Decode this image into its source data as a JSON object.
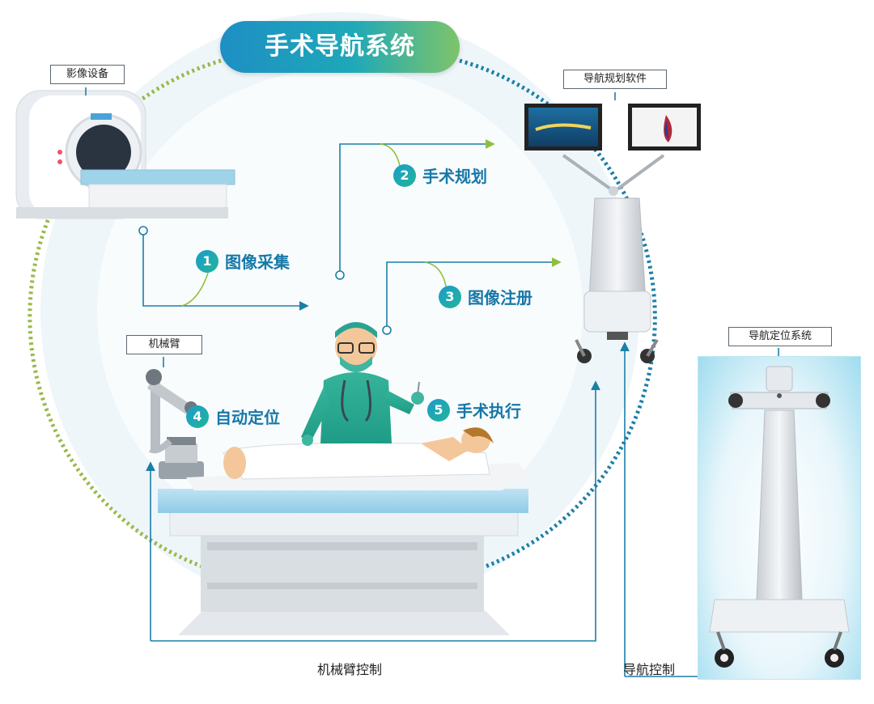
{
  "title": "手术导航系统",
  "labels": {
    "imaging": "影像设备",
    "software": "导航规划软件",
    "arm": "机械臂",
    "tracking": "导航定位系统"
  },
  "steps": [
    {
      "num": "1",
      "text": "图像采集"
    },
    {
      "num": "2",
      "text": "手术规划"
    },
    {
      "num": "3",
      "text": "图像注册"
    },
    {
      "num": "4",
      "text": "自动定位"
    },
    {
      "num": "5",
      "text": "手术执行"
    }
  ],
  "bottom": {
    "arm_control": "机械臂控制",
    "nav_control": "导航控制"
  },
  "colors": {
    "ring": "#eaf4f8",
    "dots_green": "#9ab84a",
    "dots_blue": "#1c7fa8",
    "accent": "#1b9dc9",
    "step_text": "#1778a8"
  }
}
